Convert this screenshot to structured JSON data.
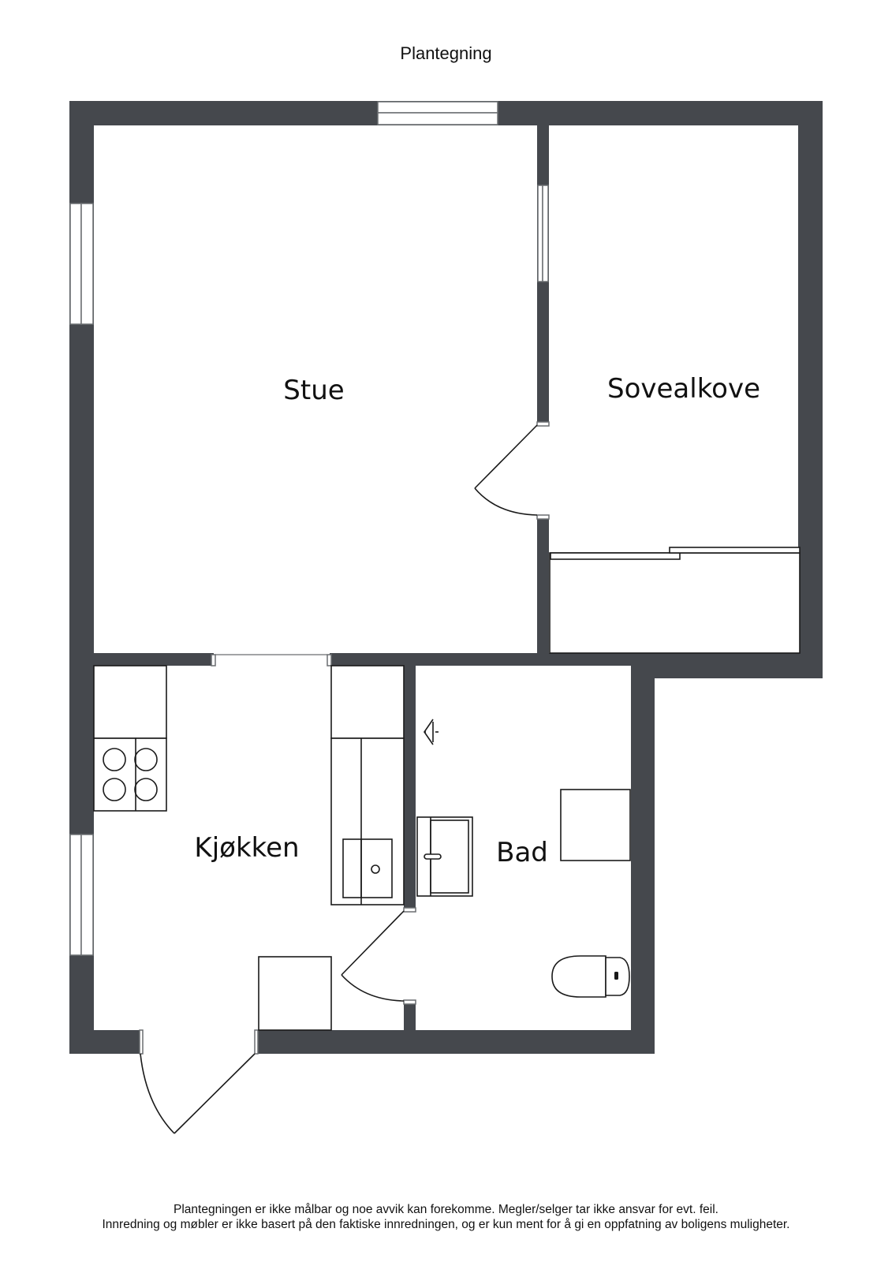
{
  "title": "Plantegning",
  "rooms": {
    "stue": "Stue",
    "sovealkove": "Sovealkove",
    "kjokken": "Kjøkken",
    "bad": "Bad"
  },
  "disclaimer": {
    "line1": "Plantegningen er ikke målbar og noe avvik kan forekomme. Megler/selger tar ikke ansvar for evt. feil.",
    "line2": "Innredning og møbler er ikke basert på den faktiske innredningen, og er kun ment for å gi en oppfatning av boligens muligheter."
  },
  "colors": {
    "wall": "#45484d",
    "line": "#1a1a1a",
    "background": "#ffffff"
  },
  "symbols": [
    "window",
    "door-swing",
    "sliding-wardrobe",
    "stove-hob",
    "kitchen-sink",
    "bathroom-sink",
    "toilet",
    "washing-machine",
    "refrigerator",
    "light-fixture"
  ]
}
